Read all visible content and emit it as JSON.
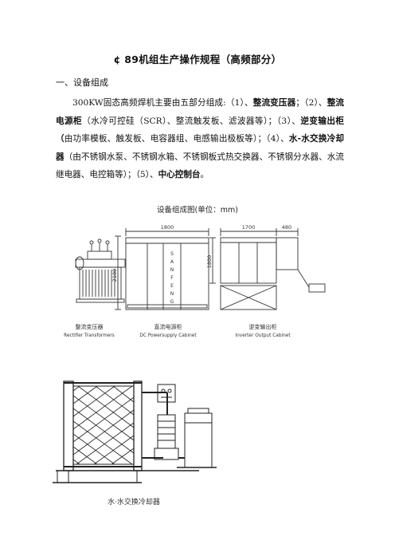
{
  "title": "¢ 89机组生产操作规程（高频部分）",
  "section_heading": "一、设备组成",
  "paragraph": {
    "t1": "300KW固态高频焊机主要由五部分组成:（1）、",
    "b1": "整流变压器",
    "t2": "；（2）、",
    "b2": "整流电源柜",
    "t3": "（水冷可控硅（SCR）、整流触发板、滤波器等）；（3）、",
    "b3": "逆变输出柜（",
    "t4": "由功率模板、触发板、电容器组、电感输出极板等）；（4）、",
    "b4": "水-水交换冷却器",
    "t5": "（由不锈钢水泵、不锈钢水箱、不锈钢板式热交换器、不锈钢分水器、水流继电器、电控箱等）；（5）、",
    "b5": "中心控制台",
    "t6": "。"
  },
  "figure1": {
    "caption": "设备组成图(单位：mm)",
    "dim_width_dc": "1800",
    "dim_width_inv1": "1700",
    "dim_width_inv2": "480",
    "dim_height_dc": "2100",
    "dim_height_inv": "1800",
    "cabinet_letters": [
      "S",
      "A",
      "N",
      "F",
      "E",
      "N",
      "G"
    ],
    "label_transformer_cn": "整流变压器",
    "label_transformer_en": "Rectifier Transformers",
    "label_dc_cn": "直流电源柜",
    "label_dc_en": "DC Powersupply Cabinet",
    "label_inv_cn": "逆变输出柜",
    "label_inv_en": "Inverter Output Cabinet"
  },
  "figure2": {
    "caption": "水·水交换冷却器"
  }
}
